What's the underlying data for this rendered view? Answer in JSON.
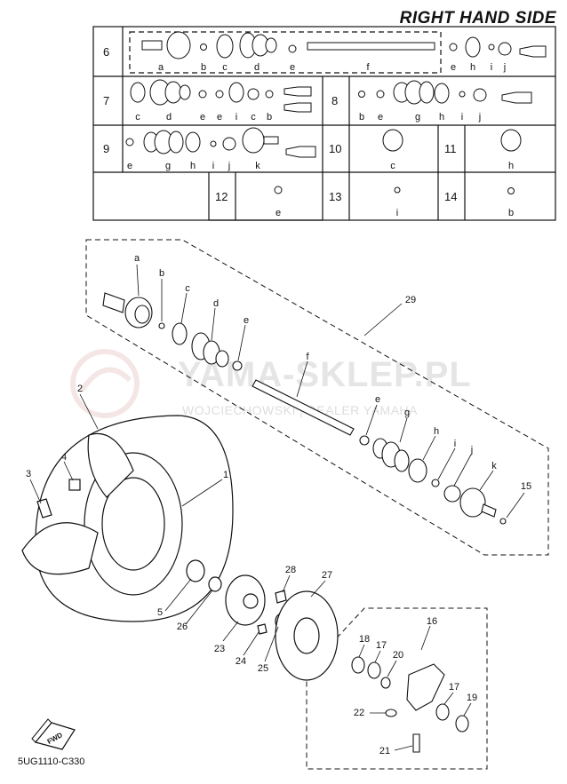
{
  "header": {
    "title": "RIGHT HAND SIDE"
  },
  "footer": {
    "code": "5UG1110-C330"
  },
  "watermark": {
    "brand": "YAMA-SKLEP.PL",
    "tagline": "WOJCIECHOWSKI | DEALER YAMAHA"
  },
  "fwd_badge": "FWD",
  "table": {
    "rows": [
      {
        "id": "6",
        "parts": [
          "a",
          "b",
          "c",
          "d",
          "e",
          "f",
          "e",
          "h",
          "i",
          "j"
        ]
      },
      {
        "id": "7",
        "parts": [
          "c",
          "d",
          "e",
          "e",
          "i",
          "c",
          "b"
        ]
      },
      {
        "id": "8",
        "parts": [
          "b",
          "e",
          "g",
          "h",
          "i",
          "j"
        ]
      },
      {
        "id": "9",
        "parts": [
          "e",
          "g",
          "h",
          "i",
          "j",
          "k"
        ]
      },
      {
        "id": "10",
        "parts": [
          "c"
        ]
      },
      {
        "id": "11",
        "parts": [
          "h"
        ]
      },
      {
        "id": "12",
        "parts": [
          "e"
        ]
      },
      {
        "id": "13",
        "parts": [
          "i"
        ]
      },
      {
        "id": "14",
        "parts": [
          "b"
        ]
      }
    ]
  },
  "callouts": {
    "letters": [
      "a",
      "b",
      "c",
      "d",
      "e",
      "f",
      "e",
      "g",
      "h",
      "i",
      "j",
      "k"
    ],
    "numbers": [
      "29",
      "15",
      "2",
      "1",
      "3",
      "4",
      "5",
      "26",
      "23",
      "24",
      "25",
      "28",
      "27",
      "16",
      "18",
      "17",
      "20",
      "17",
      "19",
      "22",
      "21"
    ]
  },
  "colors": {
    "line": "#111111",
    "watermark": "#d9a0a0"
  }
}
